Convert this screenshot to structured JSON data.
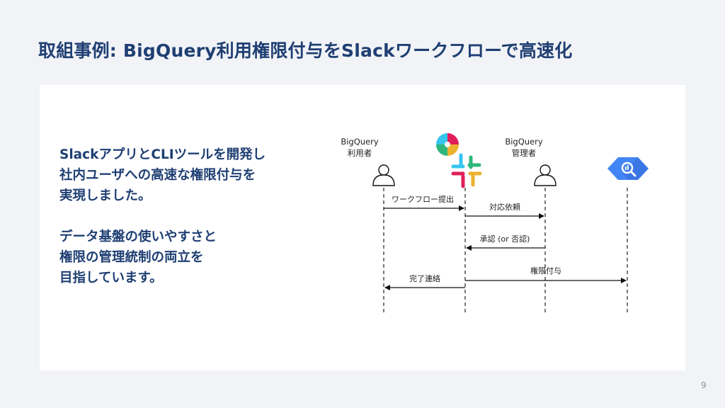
{
  "title": "取組事例: BigQuery利用権限付与をSlackワークフローで高速化",
  "body": {
    "paragraph1": [
      "SlackアプリとCLIツールを開発し",
      "社内ユーザへの高速な権限付与を",
      "実現しました。"
    ],
    "paragraph2": [
      "データ基盤の使いやすさと",
      "権限の管理統制の両立を",
      "目指しています。"
    ]
  },
  "diagram": {
    "actors": {
      "user": {
        "line1": "BigQuery",
        "line2": "利用者"
      },
      "slack": {
        "icon": "slack-logo"
      },
      "admin": {
        "line1": "BigQuery",
        "line2": "管理者"
      },
      "bigquery": {
        "icon": "bigquery-logo"
      }
    },
    "messages": {
      "submit": "ワークフロー提出",
      "request": "対応依頼",
      "approve": "承認 (or 否認)",
      "grant": "権限付与",
      "notify": "完了連絡"
    }
  },
  "page_number": "9",
  "colors": {
    "title": "#1f3f73",
    "background": "#f1f3f6",
    "card": "#ffffff",
    "bigquery": "#4285f4"
  }
}
